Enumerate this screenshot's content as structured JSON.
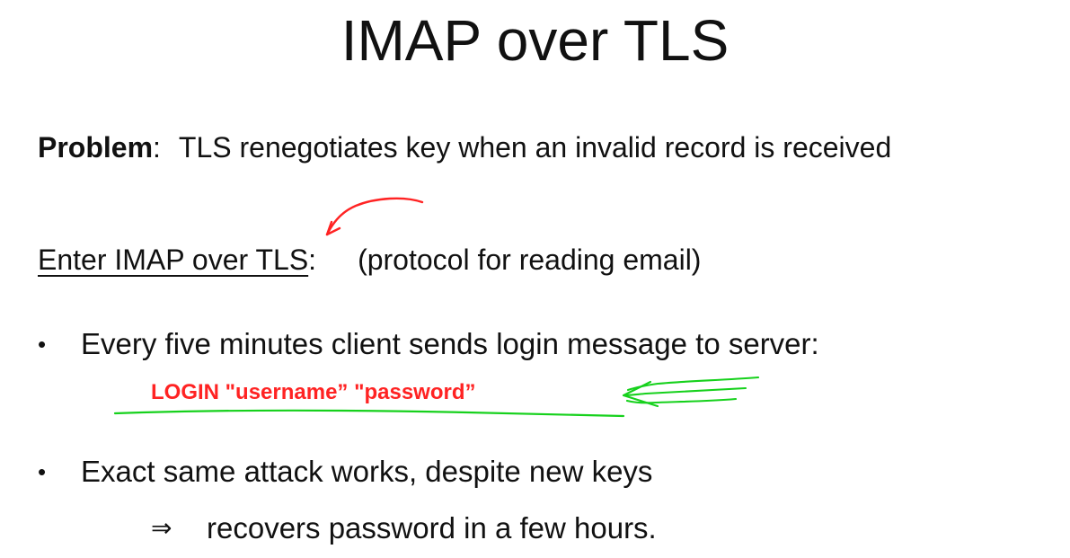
{
  "slide": {
    "title": "IMAP over TLS",
    "problem": {
      "label": "Problem",
      "separator": ":",
      "text": "TLS renegotiates key when an invalid record is received"
    },
    "enter": {
      "label": "Enter IMAP over TLS",
      "suffix": ":",
      "note": "(protocol for reading email)"
    },
    "bullets": [
      {
        "symbol": "•",
        "text": "Every five minutes client sends login message to server:"
      },
      {
        "symbol": "•",
        "text": "Exact same attack works, despite new keys"
      }
    ],
    "login_message": "LOGIN \"username” \"password”",
    "implication": {
      "symbol": "⇒",
      "text": "recovers password in a few hours."
    }
  },
  "colors": {
    "title_text": "#111111",
    "highlight_red": "#ff2323",
    "annotation_red": "#ff2323",
    "annotation_green": "#16d11c"
  }
}
